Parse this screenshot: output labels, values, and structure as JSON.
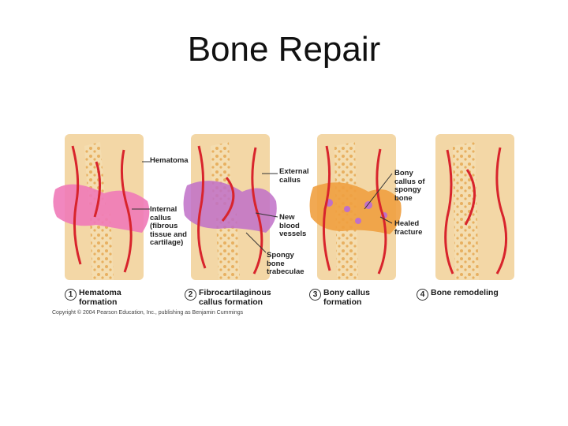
{
  "slide": {
    "title": "Bone Repair"
  },
  "figure": {
    "labels": {
      "hematoma": "Hematoma",
      "internal_callus": "Internal\ncallus\n(fibrous\ntissue and\ncartilage)",
      "external_callus": "External\ncallus",
      "new_blood_vessels": "New\nblood\nvessels",
      "spongy_bone_trabeculae": "Spongy\nbone\ntrabeculae",
      "bony_callus": "Bony\ncallus of\nspongy\nbone",
      "healed_fracture": "Healed\nfracture"
    },
    "steps": [
      {
        "number": "1",
        "label": "Hematoma\nformation"
      },
      {
        "number": "2",
        "label": "Fibrocartilaginous\ncallus formation"
      },
      {
        "number": "3",
        "label": "Bony callus\nformation"
      },
      {
        "number": "4",
        "label": "Bone remodeling"
      }
    ],
    "copyright": "Copyright © 2004 Pearson Education, Inc., publishing as Benjamin Cummings"
  },
  "colors": {
    "bone": "#f4ddb0",
    "spongy": "#e8b060",
    "hematoma": "#f07ab8",
    "callus": "#c070c8",
    "vessel": "#d8242c",
    "bony_callus": "#f0a040"
  }
}
